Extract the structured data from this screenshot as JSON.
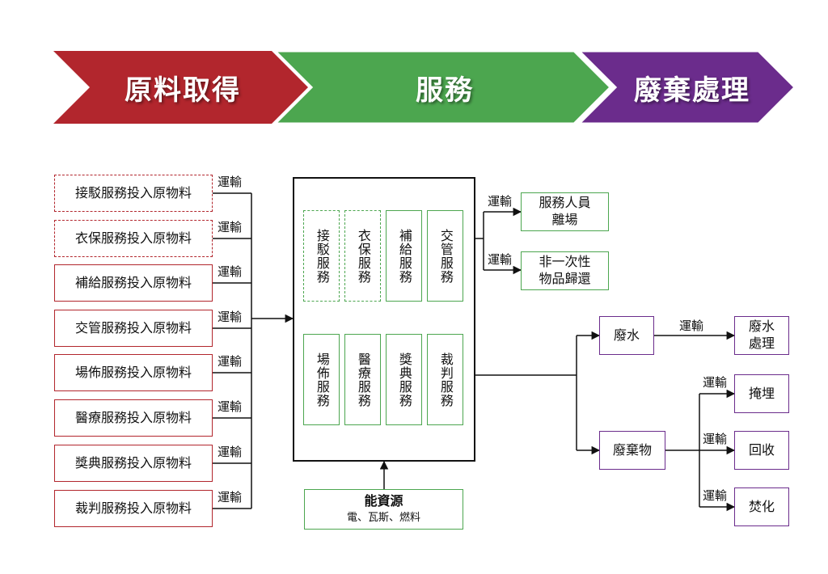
{
  "stages": [
    "原料取得",
    "服務",
    "廢棄處理"
  ],
  "inputs": [
    {
      "label": "接駁服務投入原物料",
      "dashed": true
    },
    {
      "label": "衣保服務投入原物料",
      "dashed": true
    },
    {
      "label": "補給服務投入原物料",
      "dashed": false
    },
    {
      "label": "交管服務投入原物料",
      "dashed": false
    },
    {
      "label": "場佈服務投入原物料",
      "dashed": false
    },
    {
      "label": "醫療服務投入原物料",
      "dashed": false
    },
    {
      "label": "獎典服務投入原物料",
      "dashed": false
    },
    {
      "label": "裁判服務投入原物料",
      "dashed": false
    }
  ],
  "transport": "運輸",
  "services_top": [
    "接駁服務",
    "衣保服務",
    "補給服務",
    "交管服務"
  ],
  "services_bottom": [
    "場佈服務",
    "醫療服務",
    "獎典服務",
    "裁判服務"
  ],
  "energy": {
    "title": "能資源",
    "sub": "電、瓦斯、燃料"
  },
  "outputs": {
    "staff_leave": "服務人員\n離場",
    "item_return": "非一次性\n物品歸還"
  },
  "waste": {
    "water": "廢水",
    "water_treat": "廢水\n處理",
    "solid": "廢棄物",
    "landfill": "掩埋",
    "recycle": "回收",
    "incinerate": "焚化"
  },
  "colors": {
    "red": "#b2262d",
    "green": "#4ca64f",
    "purple": "#6b2c8c"
  }
}
